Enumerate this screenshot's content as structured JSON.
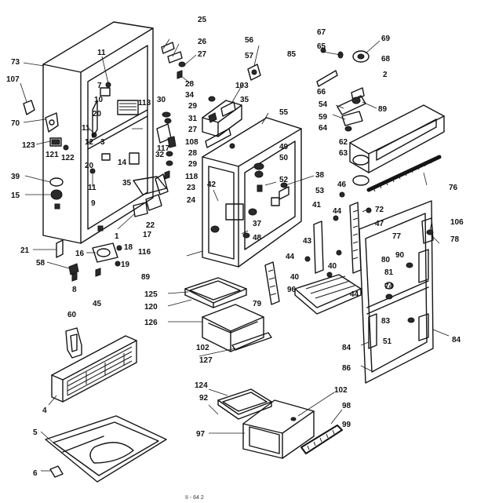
{
  "callouts": [
    {
      "id": "73"
    },
    {
      "id": "107"
    },
    {
      "id": "70"
    },
    {
      "id": "123"
    },
    {
      "id": "121"
    },
    {
      "id": "122"
    },
    {
      "id": "39"
    },
    {
      "id": "15"
    },
    {
      "id": "21"
    },
    {
      "id": "58"
    },
    {
      "id": "16"
    },
    {
      "id": "8"
    },
    {
      "id": "45"
    },
    {
      "id": "60"
    },
    {
      "id": "4"
    },
    {
      "id": "5"
    },
    {
      "id": "6"
    },
    {
      "id": "11"
    },
    {
      "id": "7"
    },
    {
      "id": "10"
    },
    {
      "id": "20"
    },
    {
      "id": "12"
    },
    {
      "id": "3"
    },
    {
      "id": "14"
    },
    {
      "id": "9"
    },
    {
      "id": "18"
    },
    {
      "id": "19"
    },
    {
      "id": "116"
    },
    {
      "id": "17"
    },
    {
      "id": "22"
    },
    {
      "id": "89"
    },
    {
      "id": "23"
    },
    {
      "id": "24"
    },
    {
      "id": "35"
    },
    {
      "id": "32"
    },
    {
      "id": "117"
    },
    {
      "id": "113"
    },
    {
      "id": "25"
    },
    {
      "id": "26"
    },
    {
      "id": "27"
    },
    {
      "id": "28"
    },
    {
      "id": "34"
    },
    {
      "id": "30"
    },
    {
      "id": "29"
    },
    {
      "id": "31"
    },
    {
      "id": "108"
    },
    {
      "id": "118"
    },
    {
      "id": "56"
    },
    {
      "id": "57"
    },
    {
      "id": "103"
    },
    {
      "id": "55"
    },
    {
      "id": "49"
    },
    {
      "id": "50"
    },
    {
      "id": "52"
    },
    {
      "id": "42"
    },
    {
      "id": "37"
    },
    {
      "id": "48"
    },
    {
      "id": "38"
    },
    {
      "id": "53"
    },
    {
      "id": "85"
    },
    {
      "id": "67"
    },
    {
      "id": "65"
    },
    {
      "id": "69"
    },
    {
      "id": "68"
    },
    {
      "id": "2"
    },
    {
      "id": "66"
    },
    {
      "id": "54"
    },
    {
      "id": "59"
    },
    {
      "id": "64"
    },
    {
      "id": "62"
    },
    {
      "id": "63"
    },
    {
      "id": "76"
    },
    {
      "id": "46"
    },
    {
      "id": "41"
    },
    {
      "id": "44"
    },
    {
      "id": "72"
    },
    {
      "id": "47"
    },
    {
      "id": "43"
    },
    {
      "id": "40"
    },
    {
      "id": "79"
    },
    {
      "id": "96"
    },
    {
      "id": "106"
    },
    {
      "id": "78"
    },
    {
      "id": "77"
    },
    {
      "id": "90"
    },
    {
      "id": "80"
    },
    {
      "id": "81"
    },
    {
      "id": "74"
    },
    {
      "id": "83"
    },
    {
      "id": "51"
    },
    {
      "id": "84"
    },
    {
      "id": "86"
    },
    {
      "id": "125"
    },
    {
      "id": "120"
    },
    {
      "id": "126"
    },
    {
      "id": "102"
    },
    {
      "id": "127"
    },
    {
      "id": "124"
    },
    {
      "id": "92"
    },
    {
      "id": "97"
    },
    {
      "id": "98"
    },
    {
      "id": "99"
    },
    {
      "id": "1"
    }
  ],
  "footer_text": "II  -  64 2",
  "colors": {
    "ink": "#141414",
    "paper": "#ffffff"
  }
}
